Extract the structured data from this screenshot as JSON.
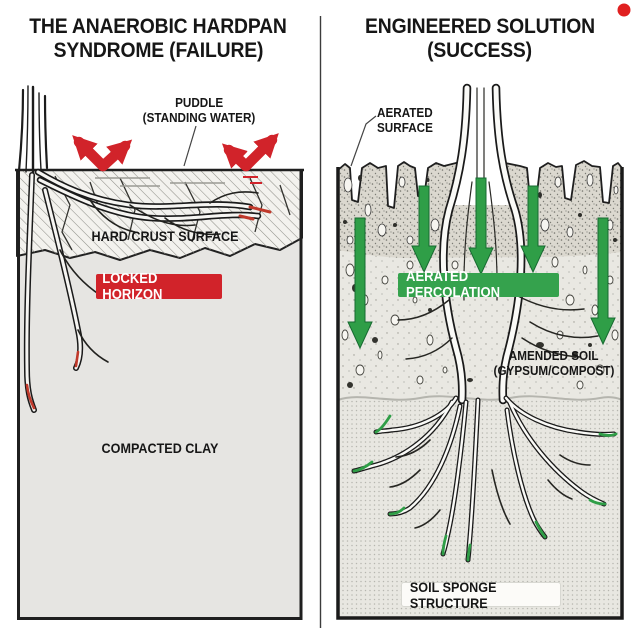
{
  "left_panel": {
    "title_line1": "THE ANAEROBIC HARDPAN",
    "title_line2": "SYNDROME (FAILURE)",
    "puddle_label_line1": "PUDDLE",
    "puddle_label_line2": "(STANDING WATER)",
    "crust_label": "HARD CRUST SURFACE",
    "locked_badge": "LOCKED HORIZON",
    "clay_label": "COMPACTED CLAY"
  },
  "right_panel": {
    "title_line1": "ENGINEERED SOLUTION",
    "title_line2": "(SUCCESS)",
    "surface_label_line1": "AERATED",
    "surface_label_line2": "SURFACE",
    "percolation_badge": "AERATED PERCOLATION",
    "amended_label_line1": "AMENDED SOIL",
    "amended_label_line2": "(GYPSUM/COMPOST)",
    "sponge_label": "SOIL SPONGE STRUCTURE"
  },
  "colors": {
    "failure_red": "#d1232a",
    "success_green": "#2f9e47",
    "badge_green": "#35a24d",
    "ink": "#1b1b1b",
    "text": "#161616",
    "clay": "#e6e5e2",
    "crust": "#f3f2ee",
    "band": "#dbd8cf",
    "amended": "#e9e8e2",
    "sponge": "#e8e7e1",
    "label_bg": "#fcfbf8",
    "dot_red": "#e02020"
  }
}
